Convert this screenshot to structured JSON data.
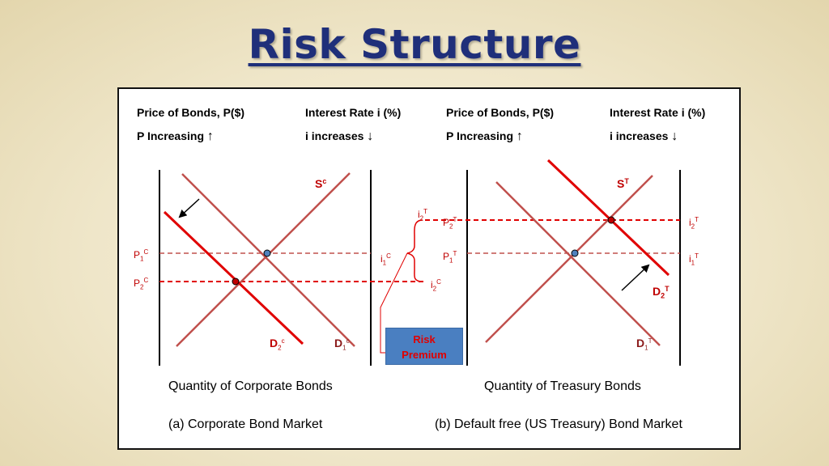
{
  "slide": {
    "title": "Risk Structure"
  },
  "panel_a": {
    "y_header": "Price of Bonds, P($)",
    "y_sub": "P Increasing",
    "y_sub_arrow": "↑",
    "r_header": "Interest Rate i (%)",
    "r_sub": "i increases",
    "r_sub_arrow": "↓",
    "supply_label": "S",
    "supply_sup": "c",
    "d1_label": "D",
    "d1_sub": "1",
    "d1_sup": "c",
    "d2_label": "D",
    "d2_sub": "2",
    "d2_sup": "c",
    "p1_label": "P",
    "p1_sub": "1",
    "p1_sup": "C",
    "p2_label": "P",
    "p2_sub": "2",
    "p2_sup": "C",
    "x_label": "Quantity of Corporate Bonds",
    "caption": "(a) Corporate Bond Market"
  },
  "panel_b": {
    "y_header": "Price of Bonds, P($)",
    "y_sub": "P Increasing",
    "y_sub_arrow": "↑",
    "r_header": "Interest Rate i (%)",
    "r_sub": "i increases",
    "r_sub_arrow": "↓",
    "supply_label": "S",
    "supply_sup": "T",
    "d1_label": "D",
    "d1_sub": "1",
    "d1_sup": "T",
    "d2_label": "D",
    "d2_sub": "2",
    "d2_sup": "T",
    "p1_label": "P",
    "p1_sub": "1",
    "p1_sup": "T",
    "p2_label": "P",
    "p2_sub": "2",
    "p2_sup": "T",
    "i1_label": "i",
    "i1_sub": "1",
    "i1_sup": "T",
    "i2_label": "i",
    "i2_sub": "2",
    "i2_sup": "T",
    "x_label": "Quantity of Treasury Bonds",
    "caption": "(b) Default free (US Treasury) Bond Market"
  },
  "middle": {
    "i2t_label": "i",
    "i2t_sub": "2",
    "i2t_sup": "T",
    "i1c_label": "i",
    "i1c_sub": "1",
    "i1c_sup": "C",
    "i2c_label": "i",
    "i2c_sub": "2",
    "i2c_sup": "C",
    "risk_line1": "Risk",
    "risk_line2": "Premium"
  },
  "colors": {
    "title": "#1f2f7a",
    "dark_red_line": "#c0504d",
    "bright_red_line": "#e00000",
    "equilibrium_point": "#4f81bd",
    "risk_box": "#4a7fc1"
  }
}
